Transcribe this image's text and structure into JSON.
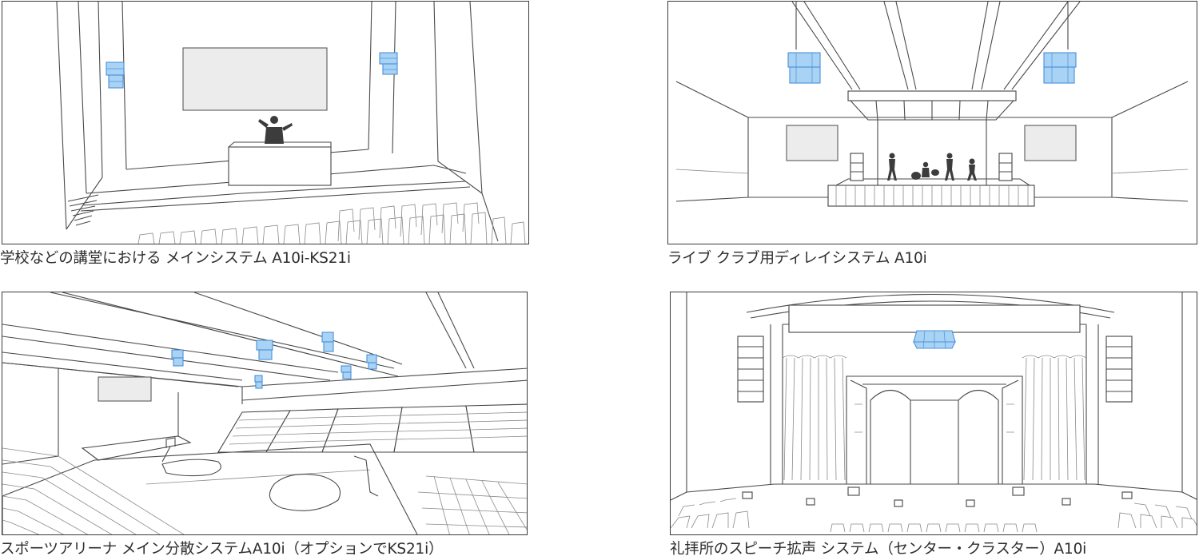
{
  "captions": {
    "school_hall": "学校などの講堂における メインシステム A10i-KS21i",
    "live_club": "ライブ クラブ用ディレイシステム A10i",
    "sports_arena": "スポーツアリーナ メイン分散システムA10i（オプションでKS21i）",
    "worship": "礼拝所のスピーチ拡声 システム（センター・クラスター）A10i"
  },
  "colors": {
    "speaker_fill": "#a9d3f5",
    "speaker_stroke": "#4a90d9",
    "line": "#4a4a4a"
  }
}
